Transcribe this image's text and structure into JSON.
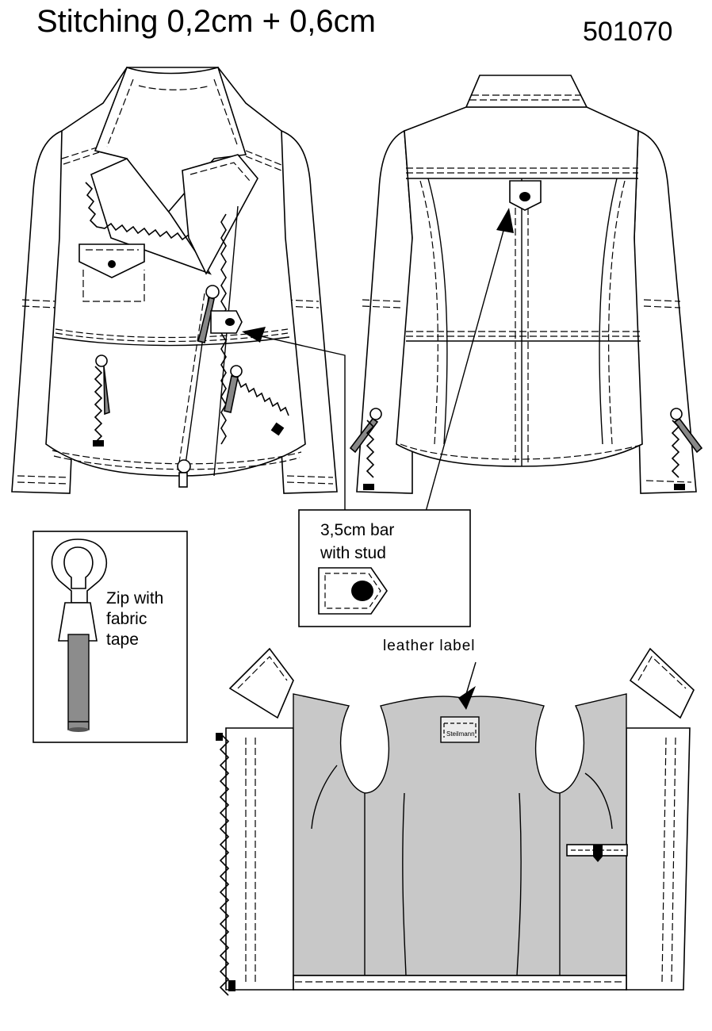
{
  "header": {
    "title": "Stitching 0,2cm + 0,6cm",
    "style_number": "501070"
  },
  "callouts": {
    "bar": "3,5cm bar\nwith stud",
    "zip": "Zip with\nfabric\ntape",
    "leather_label": "leather  label",
    "label_brand": "Steilmann"
  },
  "colors": {
    "outline": "#000000",
    "lining": "#c8c8c8",
    "zip_tape": "#8c8c8c",
    "background": "#ffffff"
  }
}
